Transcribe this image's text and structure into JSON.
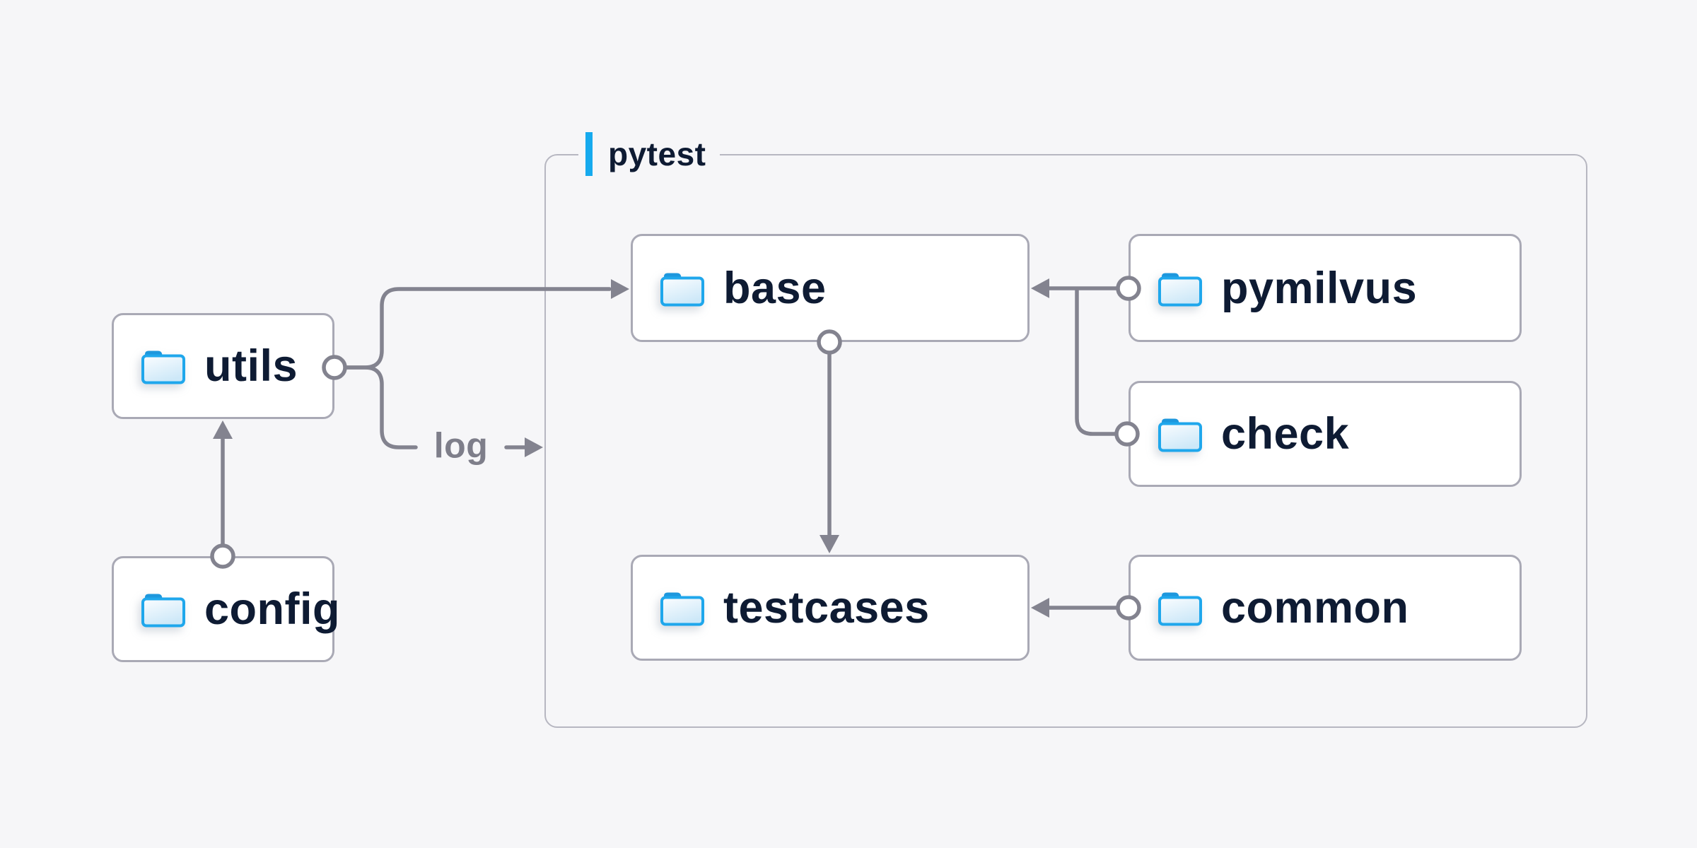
{
  "diagram": {
    "group": {
      "label": "pytest"
    },
    "nodes": {
      "utils": {
        "label": "utils",
        "icon": "folder-icon"
      },
      "config": {
        "label": "config",
        "icon": "folder-icon"
      },
      "base": {
        "label": "base",
        "icon": "folder-icon"
      },
      "pymilvus": {
        "label": "pymilvus",
        "icon": "folder-icon"
      },
      "check": {
        "label": "check",
        "icon": "folder-icon"
      },
      "testcases": {
        "label": "testcases",
        "icon": "folder-icon"
      },
      "common": {
        "label": "common",
        "icon": "folder-icon"
      }
    },
    "edges": [
      {
        "from": "config",
        "to": "utils",
        "label": ""
      },
      {
        "from": "utils",
        "to": "base",
        "label": ""
      },
      {
        "from": "utils",
        "to": "pytest-group",
        "label": "log"
      },
      {
        "from": "pymilvus",
        "to": "base",
        "label": ""
      },
      {
        "from": "check",
        "to": "base",
        "label": ""
      },
      {
        "from": "base",
        "to": "testcases",
        "label": ""
      },
      {
        "from": "common",
        "to": "testcases",
        "label": ""
      }
    ],
    "colors": {
      "background": "#f6f6f8",
      "node_fill": "#ffffff",
      "node_border": "#a9a9b5",
      "group_border": "#b7b7c1",
      "connector_gray": "#83838f",
      "text_navy": "#0e1b33",
      "muted_label_gray": "#7e7e8a",
      "accent_blue": "#16aaee",
      "folder_blue": "#1fa7ec"
    }
  }
}
